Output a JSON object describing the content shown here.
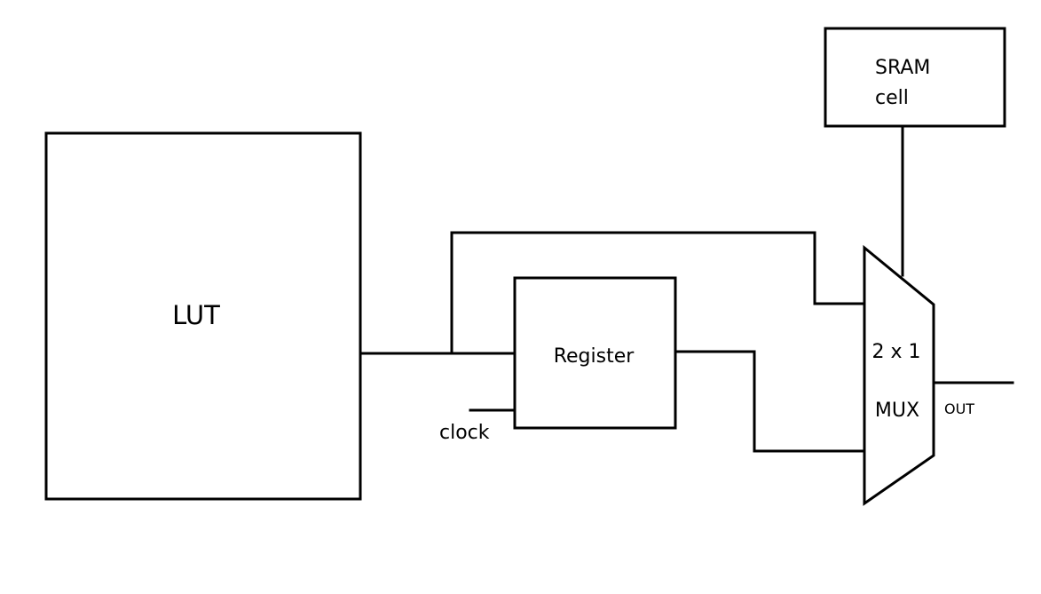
{
  "diagram": {
    "blocks": {
      "lut": {
        "label": "LUT"
      },
      "register": {
        "label": "Register"
      },
      "sram": {
        "label_line1": "SRAM",
        "label_line2": "cell"
      },
      "mux": {
        "label_line1": "2 x 1",
        "label_line2": "MUX"
      }
    },
    "signals": {
      "clock": "clock",
      "out": "OUT"
    }
  }
}
